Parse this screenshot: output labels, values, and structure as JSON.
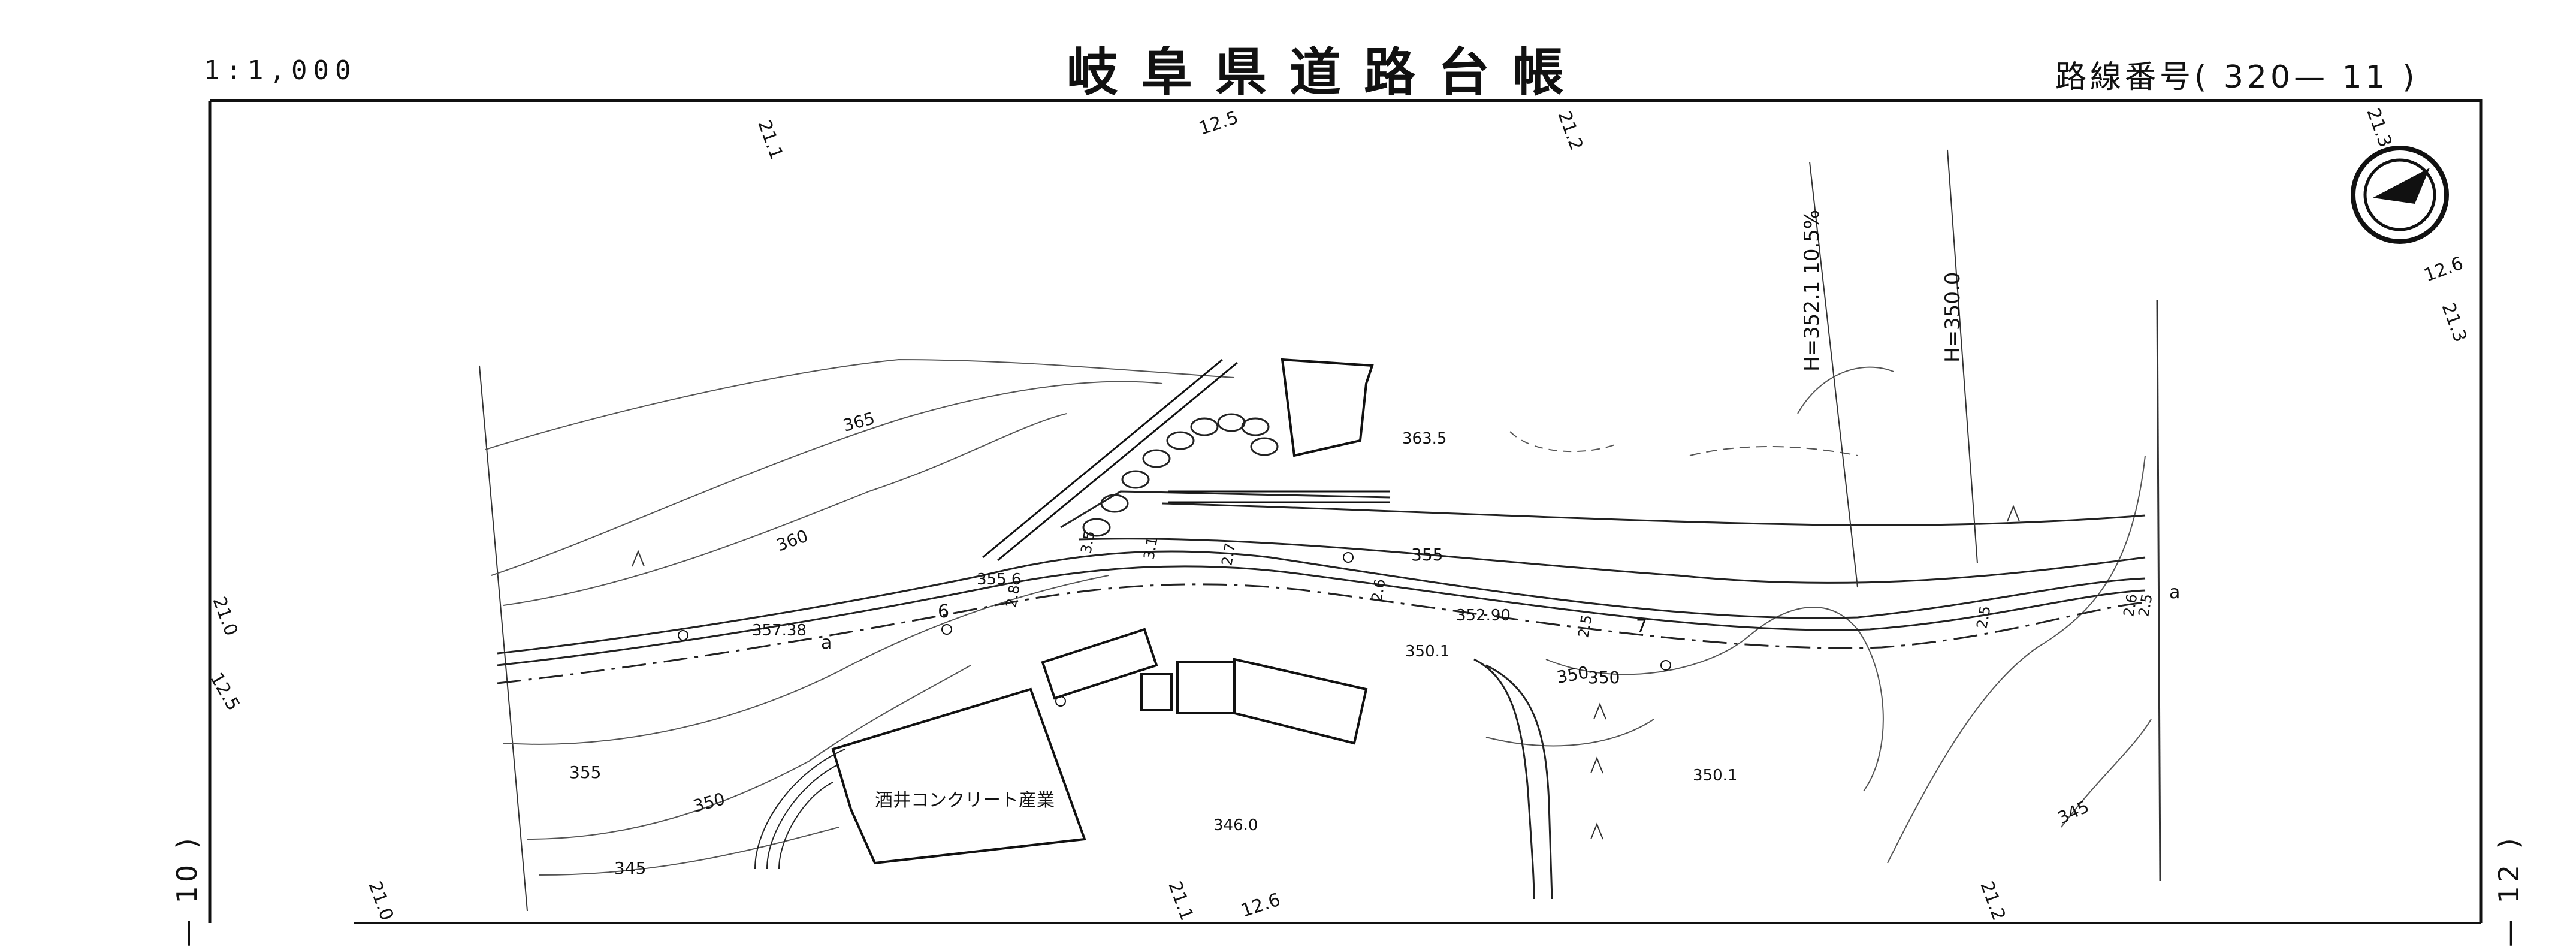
{
  "header": {
    "scale": "1:1,000",
    "title": "岐阜県道路台帳",
    "route_number": "路線番号( 320— 11 )"
  },
  "margin_labels": {
    "left": "— 10 )",
    "right": "— 12 )"
  },
  "map": {
    "grid_labels": [
      "21.1",
      "12.5",
      "21.2",
      "21.3",
      "12.6",
      "21.3",
      "21.0",
      "12.5",
      "21.0",
      "21.1",
      "12.6",
      "21.2"
    ],
    "contours": [
      "365",
      "360",
      "355",
      "350",
      "345",
      "355",
      "350",
      "345",
      "350"
    ],
    "elevations": [
      "363.5",
      "355.6",
      "357.38",
      "352.90",
      "350.1",
      "346.0",
      "350.1"
    ],
    "section_widths": [
      "3.5",
      "3.1",
      "2.8",
      "2.7",
      "2.6",
      "2.5",
      "2.5",
      "2.6",
      "2.5"
    ],
    "markers": [
      "6",
      "7",
      "a",
      "a"
    ],
    "vertical_curve_1": "H=352.1 10.5%",
    "vertical_curve_2": "H=350.0",
    "building_label": "酒井コンクリート産業"
  }
}
